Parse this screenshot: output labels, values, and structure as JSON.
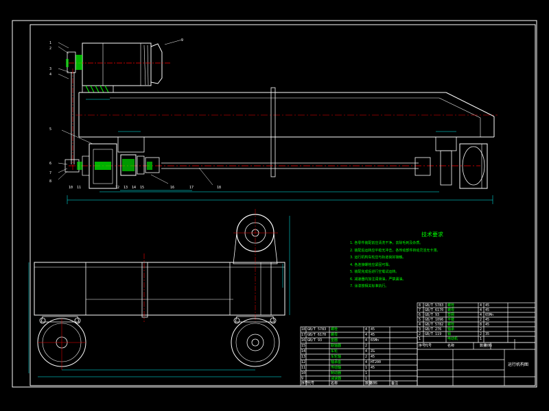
{
  "drawing": {
    "colors": {
      "background": "#000000",
      "outline": "#ffffff",
      "centerline": "#ff0000",
      "hatch": "#00ff00",
      "dimension": "#00ffff",
      "text": "#00ff00"
    },
    "part_numbers": [
      "1",
      "2",
      "3",
      "4",
      "5",
      "6",
      "7",
      "8",
      "9",
      "10",
      "11",
      "12",
      "13",
      "14",
      "15",
      "16",
      "17",
      "18"
    ],
    "notes_title": "技术要求",
    "notes": [
      "1. 各零件装配前应清洗干净，去除毛刺及杂质。",
      "2. 装配后运转应平稳无冲击，各传动部件转动灵活无卡滞。",
      "3. 运行机构车轮应与轨道良好接触。",
      "4. 各连接螺栓应紧固可靠。",
      "5. 装配完成后进行空载试运转。",
      "6. 减速器内加注润滑油，严禁漏油。",
      "7. 涂漆按相关标准执行。"
    ],
    "upper_table_rows": [
      [
        "8",
        "GB/T 5783",
        "螺栓",
        "4",
        "45"
      ],
      [
        "7",
        "GB/T 6170",
        "螺母",
        "4",
        "45"
      ],
      [
        "6",
        "GB/T 93",
        "垫圈",
        "4",
        "65Mn"
      ],
      [
        "5",
        "GB/T 1096",
        "平键",
        "2",
        "45"
      ],
      [
        "4",
        "GB/T 5782",
        "螺栓",
        "8",
        "45"
      ],
      [
        "3",
        "GB/T 276",
        "轴承",
        "2",
        ""
      ],
      [
        "2",
        "GB/T 119",
        "销",
        "2",
        "35"
      ],
      [
        "1",
        "",
        "电动机",
        "1",
        ""
      ]
    ],
    "upper_table_headers": [
      "序号",
      "代号",
      "名称",
      "数量",
      "材料"
    ],
    "lower_table_rows": [
      [
        "18",
        "GB/T 5783",
        "螺栓",
        "4",
        "45"
      ],
      [
        "17",
        "GB/T 6170",
        "螺母",
        "4",
        "45"
      ],
      [
        "16",
        "GB/T 93",
        "垫圈",
        "4",
        "65Mn"
      ],
      [
        "15",
        "",
        "联轴器",
        "2",
        ""
      ],
      [
        "14",
        "",
        "车轮",
        "4",
        "ZG"
      ],
      [
        "13",
        "",
        "车轮轴",
        "2",
        "45"
      ],
      [
        "12",
        "",
        "轴承座",
        "4",
        "HT200"
      ],
      [
        "11",
        "",
        "传动轴",
        "1",
        "45"
      ],
      [
        "10",
        "",
        "制动器",
        "1",
        ""
      ],
      [
        "9",
        "",
        "减速器",
        "1",
        ""
      ]
    ],
    "lower_table_headers": [
      "序号",
      "代号",
      "名称",
      "数量",
      "材料",
      "备注"
    ],
    "title_block": {
      "drawing_name": "运行机构图"
    }
  }
}
